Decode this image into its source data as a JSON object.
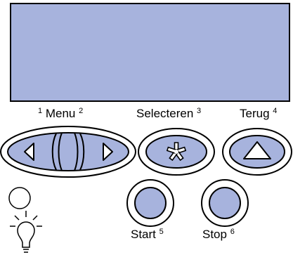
{
  "display": {
    "panel": "lcd-display"
  },
  "labels": {
    "menu": {
      "num_left": "1",
      "text": "Menu",
      "num_right": "2"
    },
    "select": {
      "text": "Selecteren",
      "num": "3"
    },
    "back": {
      "text": "Terug",
      "num": "4"
    },
    "start": {
      "text": "Start",
      "num": "5"
    },
    "stop": {
      "text": "Stop",
      "num": "6"
    }
  },
  "icons": {
    "menu_left": "triangle-left-icon",
    "menu_right": "triangle-right-icon",
    "select": "asterisk-icon",
    "back": "triangle-up-icon",
    "indicator": "light-bulb-icon"
  },
  "colors": {
    "button_fill": "#a7b3dd",
    "display_fill": "#a7b3dd",
    "outline": "#000000"
  }
}
